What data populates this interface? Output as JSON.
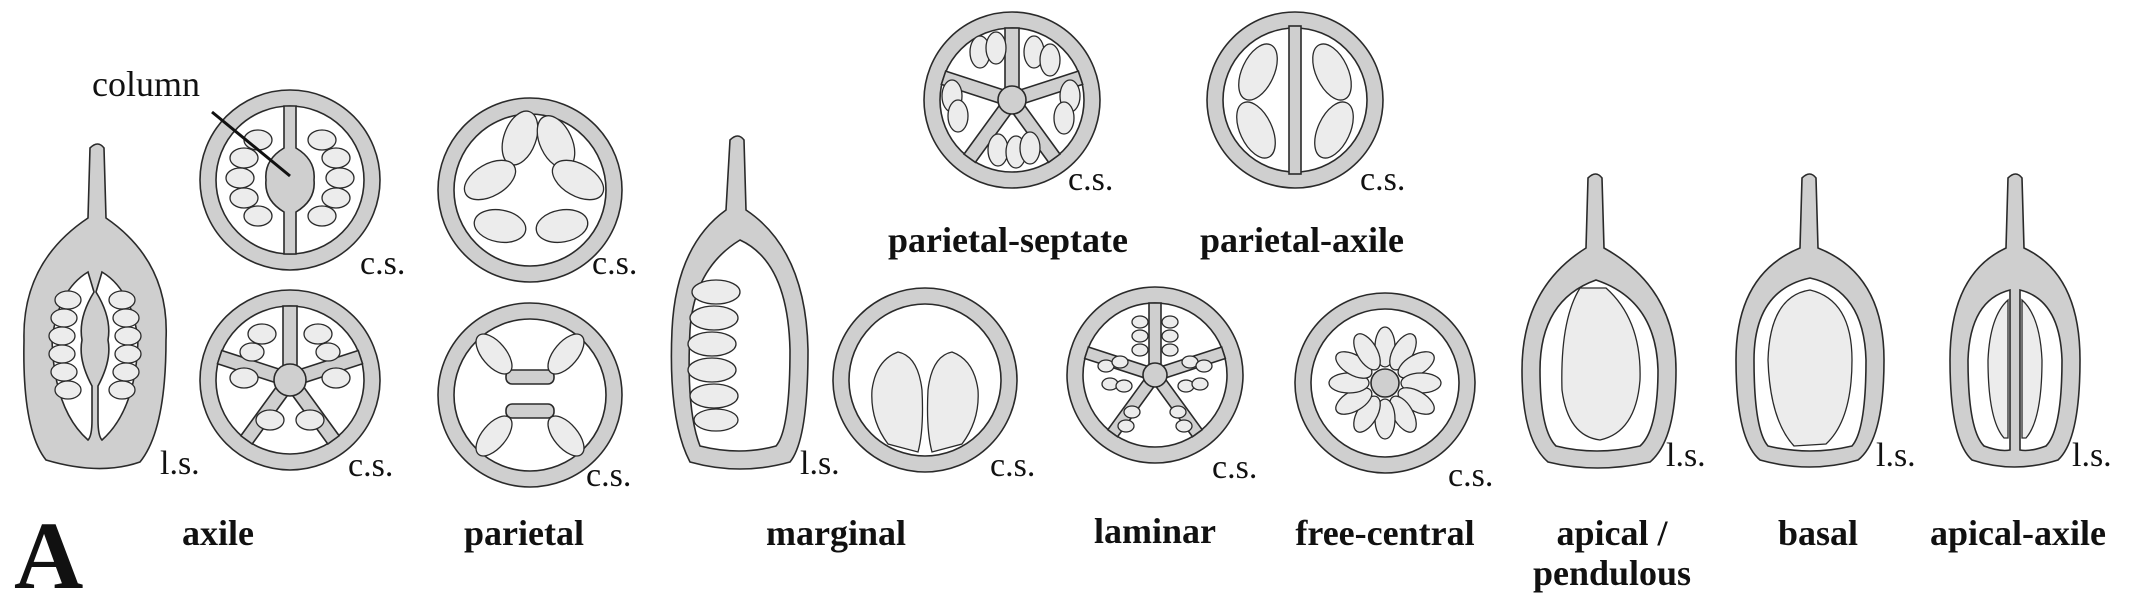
{
  "panel_letter": "A",
  "callout": "column",
  "section_labels": {
    "axile_ls": "l.s.",
    "axile_cs_top": "c.s.",
    "axile_cs_bottom": "c.s.",
    "parietal_cs_top": "c.s.",
    "parietal_cs_bottom": "c.s.",
    "marginal_ls": "l.s.",
    "marginal_cs": "c.s.",
    "parietal_septate_cs": "c.s.",
    "parietal_axile_cs": "c.s.",
    "laminar_cs": "c.s.",
    "free_central_cs": "c.s.",
    "apical_ls": "l.s.",
    "basal_ls": "l.s.",
    "apical_axile_ls": "l.s."
  },
  "types": {
    "axile": "axile",
    "parietal": "parietal",
    "marginal": "marginal",
    "parietal_septate": "parietal-septate",
    "parietal_axile": "parietal-axile",
    "laminar": "laminar",
    "free_central": "free-central",
    "apical_line1": "apical /",
    "apical_line2": "pendulous",
    "basal": "basal",
    "apical_axile": "apical-axile"
  }
}
